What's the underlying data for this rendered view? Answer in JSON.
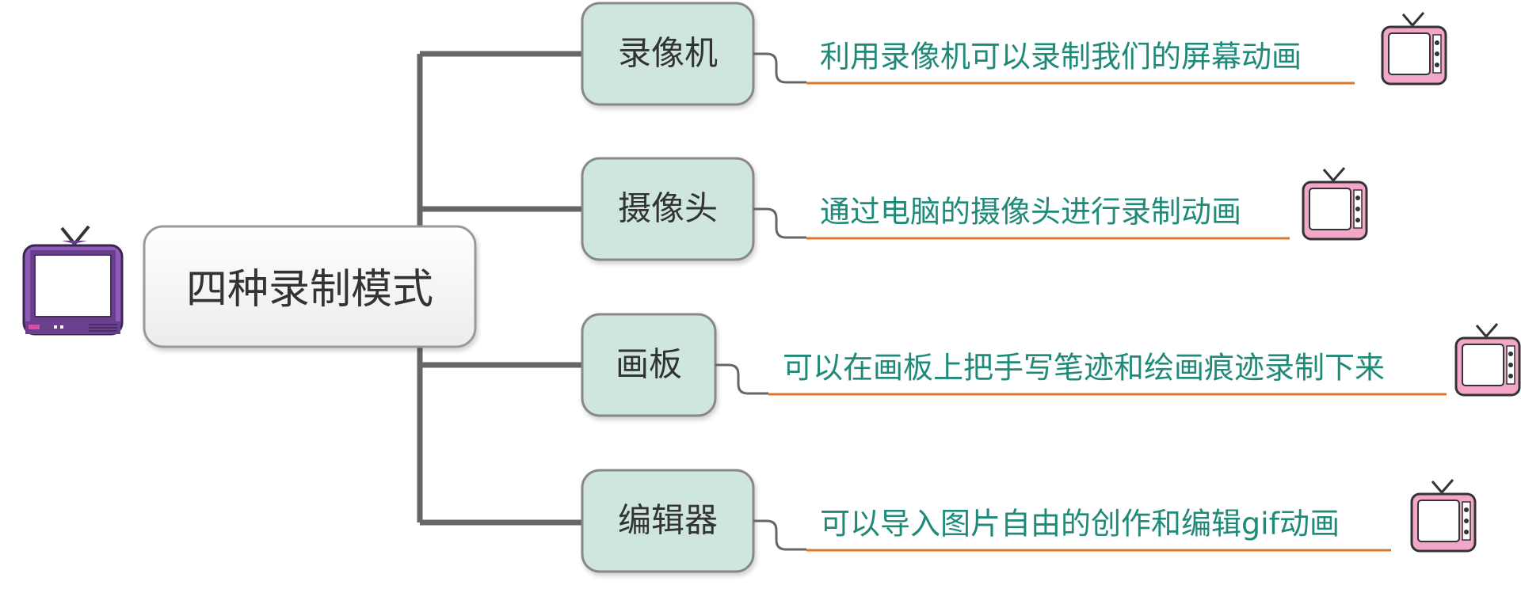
{
  "root": {
    "label": "四种录制模式",
    "icon": "tv-icon",
    "icon_color": "#8e5cb8"
  },
  "branches": [
    {
      "label": "录像机",
      "description": "利用录像机可以录制我们的屏幕动画",
      "icon": "tv-icon",
      "icon_color": "#f2a7c8"
    },
    {
      "label": "摄像头",
      "description": "通过电脑的摄像头进行录制动画",
      "icon": "tv-icon",
      "icon_color": "#f2a7c8"
    },
    {
      "label": "画板",
      "description": "可以在画板上把手写笔迹和绘画痕迹录制下来",
      "icon": "tv-icon",
      "icon_color": "#f2a7c8"
    },
    {
      "label": "编辑器",
      "description": "可以导入图片自由的创作和编辑gif动画",
      "icon": "tv-icon",
      "icon_color": "#f2a7c8"
    }
  ],
  "colors": {
    "connector": "#666666",
    "branch_fill": "#cfe6de",
    "branch_border": "#888888",
    "root_fill": "#f4f4f4",
    "root_border": "#999999",
    "description_text": "#1f8a78",
    "underline": "#d9782c"
  }
}
